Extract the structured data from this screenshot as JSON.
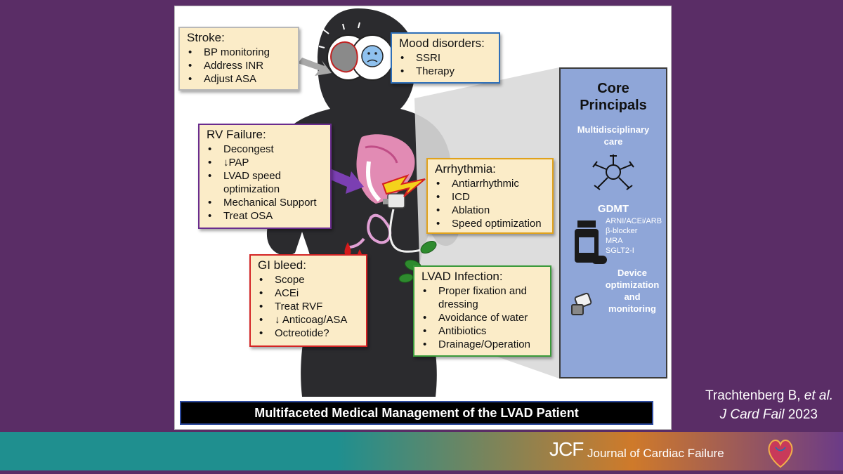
{
  "stroke": {
    "title": "Stroke:",
    "items": [
      "BP monitoring",
      "Address INR",
      "Adjust ASA"
    ]
  },
  "mood": {
    "title": "Mood disorders:",
    "items": [
      "SSRI",
      "Therapy"
    ]
  },
  "rv": {
    "title": "RV Failure:",
    "items": [
      "Decongest",
      "↓PAP",
      "LVAD speed optimization",
      "Mechanical Support",
      "Treat OSA"
    ]
  },
  "arrhythmia": {
    "title": "Arrhythmia:",
    "items": [
      "Antiarrhythmic",
      "ICD",
      "Ablation",
      "Speed optimization"
    ]
  },
  "gi": {
    "title": "GI bleed:",
    "items": [
      "Scope",
      "ACEi",
      "Treat RVF",
      "↓ Anticoag/ASA",
      "Octreotide?"
    ]
  },
  "infection": {
    "title": "LVAD Infection:",
    "items": [
      "Proper fixation and dressing",
      "Avoidance of water",
      "Antibiotics",
      "Drainage/Operation"
    ]
  },
  "core": {
    "title_line1": "Core",
    "title_line2": "Principals",
    "multidisciplinary_line1": "Multidisciplinary",
    "multidisciplinary_line2": "care",
    "gdmt_title": "GDMT",
    "gdmt_items": [
      "ARNI/ACEi/ARB",
      "β-blocker",
      "MRA",
      "SGLT2-I"
    ],
    "device_line1": "Device",
    "device_line2": "optimization",
    "device_line3": "and",
    "device_line4": "monitoring"
  },
  "banner": "Multifaceted Medical Management of the LVAD Patient",
  "citation": {
    "line1_prefix": "Trachtenberg B, ",
    "line1_italic": "et al.",
    "line2_italic": "J Card Fail",
    "line2_year": " 2023"
  },
  "journal": {
    "abbr": "JCF",
    "name": "Journal of Cardiac Failure"
  },
  "colors": {
    "background": "#5a2d66",
    "box_fill": "#fbecc8",
    "stroke_border": "#b8b8b8",
    "mood_border": "#2f6fb8",
    "rv_border": "#6a2c8e",
    "arrhythmia_border": "#e0a21c",
    "gi_border": "#d42424",
    "infection_border": "#3a9a3a",
    "core_fill": "#8fa6d8"
  }
}
